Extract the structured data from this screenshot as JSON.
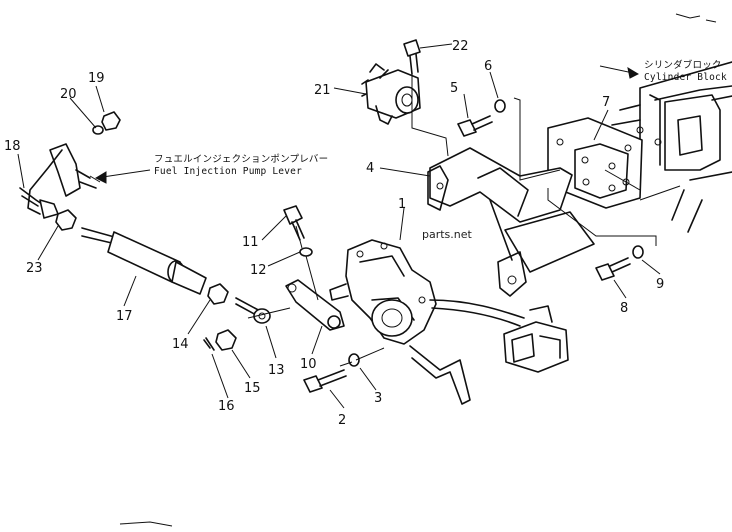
{
  "diagram": {
    "callouts": [
      "1",
      "2",
      "3",
      "4",
      "5",
      "6",
      "7",
      "8",
      "9",
      "10",
      "11",
      "12",
      "13",
      "14",
      "15",
      "16",
      "17",
      "18",
      "19",
      "20",
      "21",
      "22",
      "23"
    ],
    "notes": {
      "fuel_pump_lever_jp": "フュエルインジェクションポンプレバー",
      "fuel_pump_lever_en": "Fuel Injection Pump Lever",
      "cylinder_block_jp": "シリンダブロック",
      "cylinder_block_en": "Cylinder Block"
    },
    "watermark": "parts.net"
  }
}
